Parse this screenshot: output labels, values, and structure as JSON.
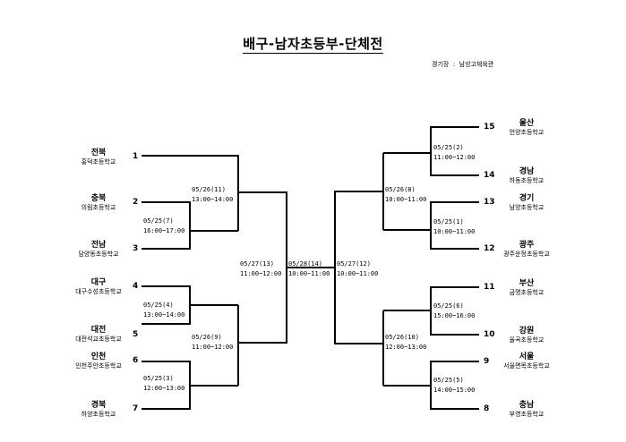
{
  "title": "배구-남자초등부-단체전",
  "venue": "경기장  :  남성고체육관",
  "teams": [
    {
      "seed": "1",
      "region": "전북",
      "school": "홍덕초등학교"
    },
    {
      "seed": "2",
      "region": "충북",
      "school": "의림초등학교"
    },
    {
      "seed": "3",
      "region": "전남",
      "school": "담양동초등학교"
    },
    {
      "seed": "4",
      "region": "대구",
      "school": "대구수성초등학교"
    },
    {
      "seed": "5",
      "region": "대전",
      "school": "대전석교초등학교"
    },
    {
      "seed": "6",
      "region": "인천",
      "school": "인천주안초등학교"
    },
    {
      "seed": "7",
      "region": "경북",
      "school": "하양초등학교"
    },
    {
      "seed": "15",
      "region": "울산",
      "school": "언양초등학교"
    },
    {
      "seed": "14",
      "region": "경남",
      "school": "하동초등학교"
    },
    {
      "seed": "13",
      "region": "경기",
      "school": "남양초등학교"
    },
    {
      "seed": "12",
      "region": "광주",
      "school": "광주운정초등학교"
    },
    {
      "seed": "11",
      "region": "부산",
      "school": "금명초등학교"
    },
    {
      "seed": "10",
      "region": "강원",
      "school": "율곡초등학교"
    },
    {
      "seed": "9",
      "region": "서울",
      "school": "서울면목초등학교"
    },
    {
      "seed": "8",
      "region": "충남",
      "school": "부영초등학교"
    }
  ],
  "matches": [
    {
      "date": "05/25(7)",
      "time": "16:00~17:00"
    },
    {
      "date": "05/25(4)",
      "time": "13:00~14:00"
    },
    {
      "date": "05/25(3)",
      "time": "12:00~13:00"
    },
    {
      "date": "05/26(11)",
      "time": "13:00~14:00"
    },
    {
      "date": "05/26(9)",
      "time": "11:00~12:00"
    },
    {
      "date": "05/27(13)",
      "time": "11:00~12:00"
    },
    {
      "date": "05/28(14)",
      "time": "10:00~11:00"
    },
    {
      "date": "05/27(12)",
      "time": "10:00~11:00"
    },
    {
      "date": "05/26(8)",
      "time": "10:00~11:00"
    },
    {
      "date": "05/26(10)",
      "time": "12:00~13:00"
    },
    {
      "date": "05/25(2)",
      "time": "11:00~12:00"
    },
    {
      "date": "05/25(1)",
      "time": "10:00~11:00"
    },
    {
      "date": "05/25(6)",
      "time": "15:00~16:00"
    },
    {
      "date": "05/25(5)",
      "time": "14:00~15:00"
    }
  ]
}
